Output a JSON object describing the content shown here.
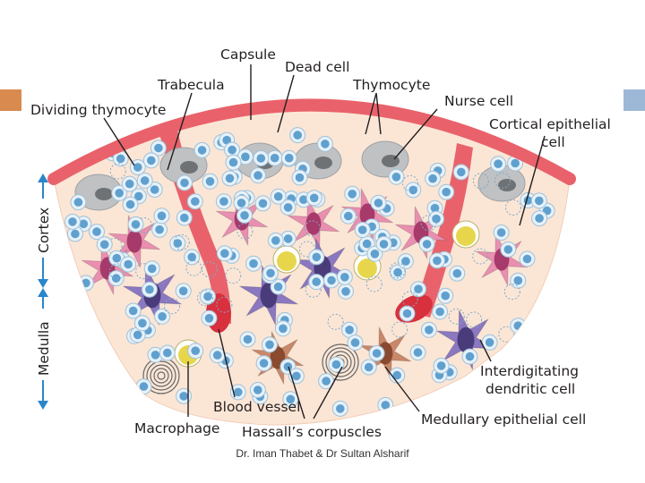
{
  "colors": {
    "accent_left": "#d98a4e",
    "accent_right": "#9db8d6",
    "capsule": "#e9626b",
    "tissue": "#fbe6d6",
    "arrow": "#2a86c9",
    "thymocyte": "#5fa0cf",
    "epithelial_pink": "#e98fb0",
    "dendritic_purple": "#8b78c0",
    "medullary_brown": "#c9886a",
    "macrophage_yellow": "#e7d64b",
    "nurse_gray": "#bfc1c3"
  },
  "labels": {
    "capsule": "Capsule",
    "dead_cell": "Dead cell",
    "trabecula": "Trabecula",
    "thymocyte": "Thymocyte",
    "nurse_cell": "Nurse cell",
    "dividing_thymocyte": "Dividing thymocyte",
    "cortical_epithelial_1": "Cortical epithelial",
    "cortical_epithelial_2": "cell",
    "interdigitating_1": "Interdigitating",
    "interdigitating_2": "dendritic cell",
    "blood_vessel": "Blood vessel",
    "macrophage": "Macrophage",
    "hassalls": "Hassall’s corpuscles",
    "medullary_epithelial": "Medullary epithelial cell"
  },
  "axis": {
    "cortex": "Cortex",
    "medulla": "Medulla"
  },
  "footer": "Dr. Iman Thabet & Dr Sultan Alsharif"
}
